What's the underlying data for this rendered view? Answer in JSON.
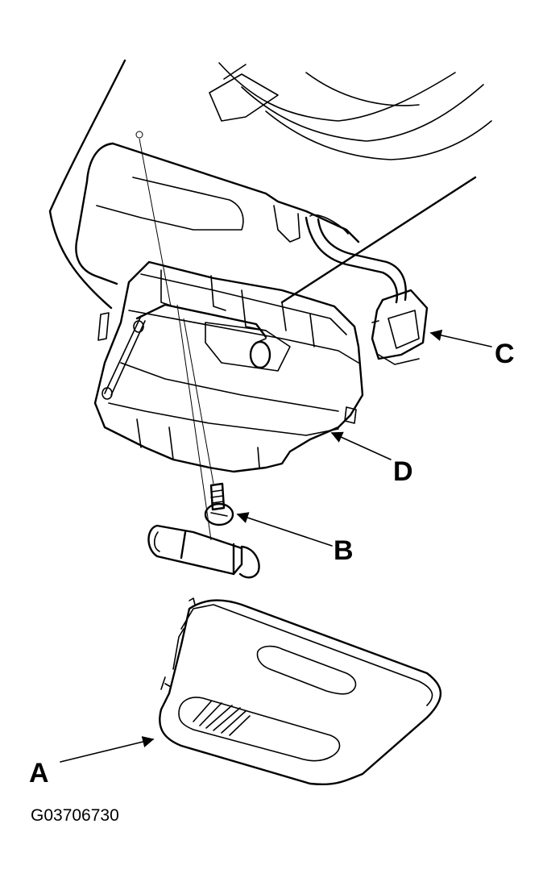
{
  "labels": {
    "a": "A",
    "b": "B",
    "c": "C",
    "d": "D"
  },
  "figure_id": "G03706730"
}
